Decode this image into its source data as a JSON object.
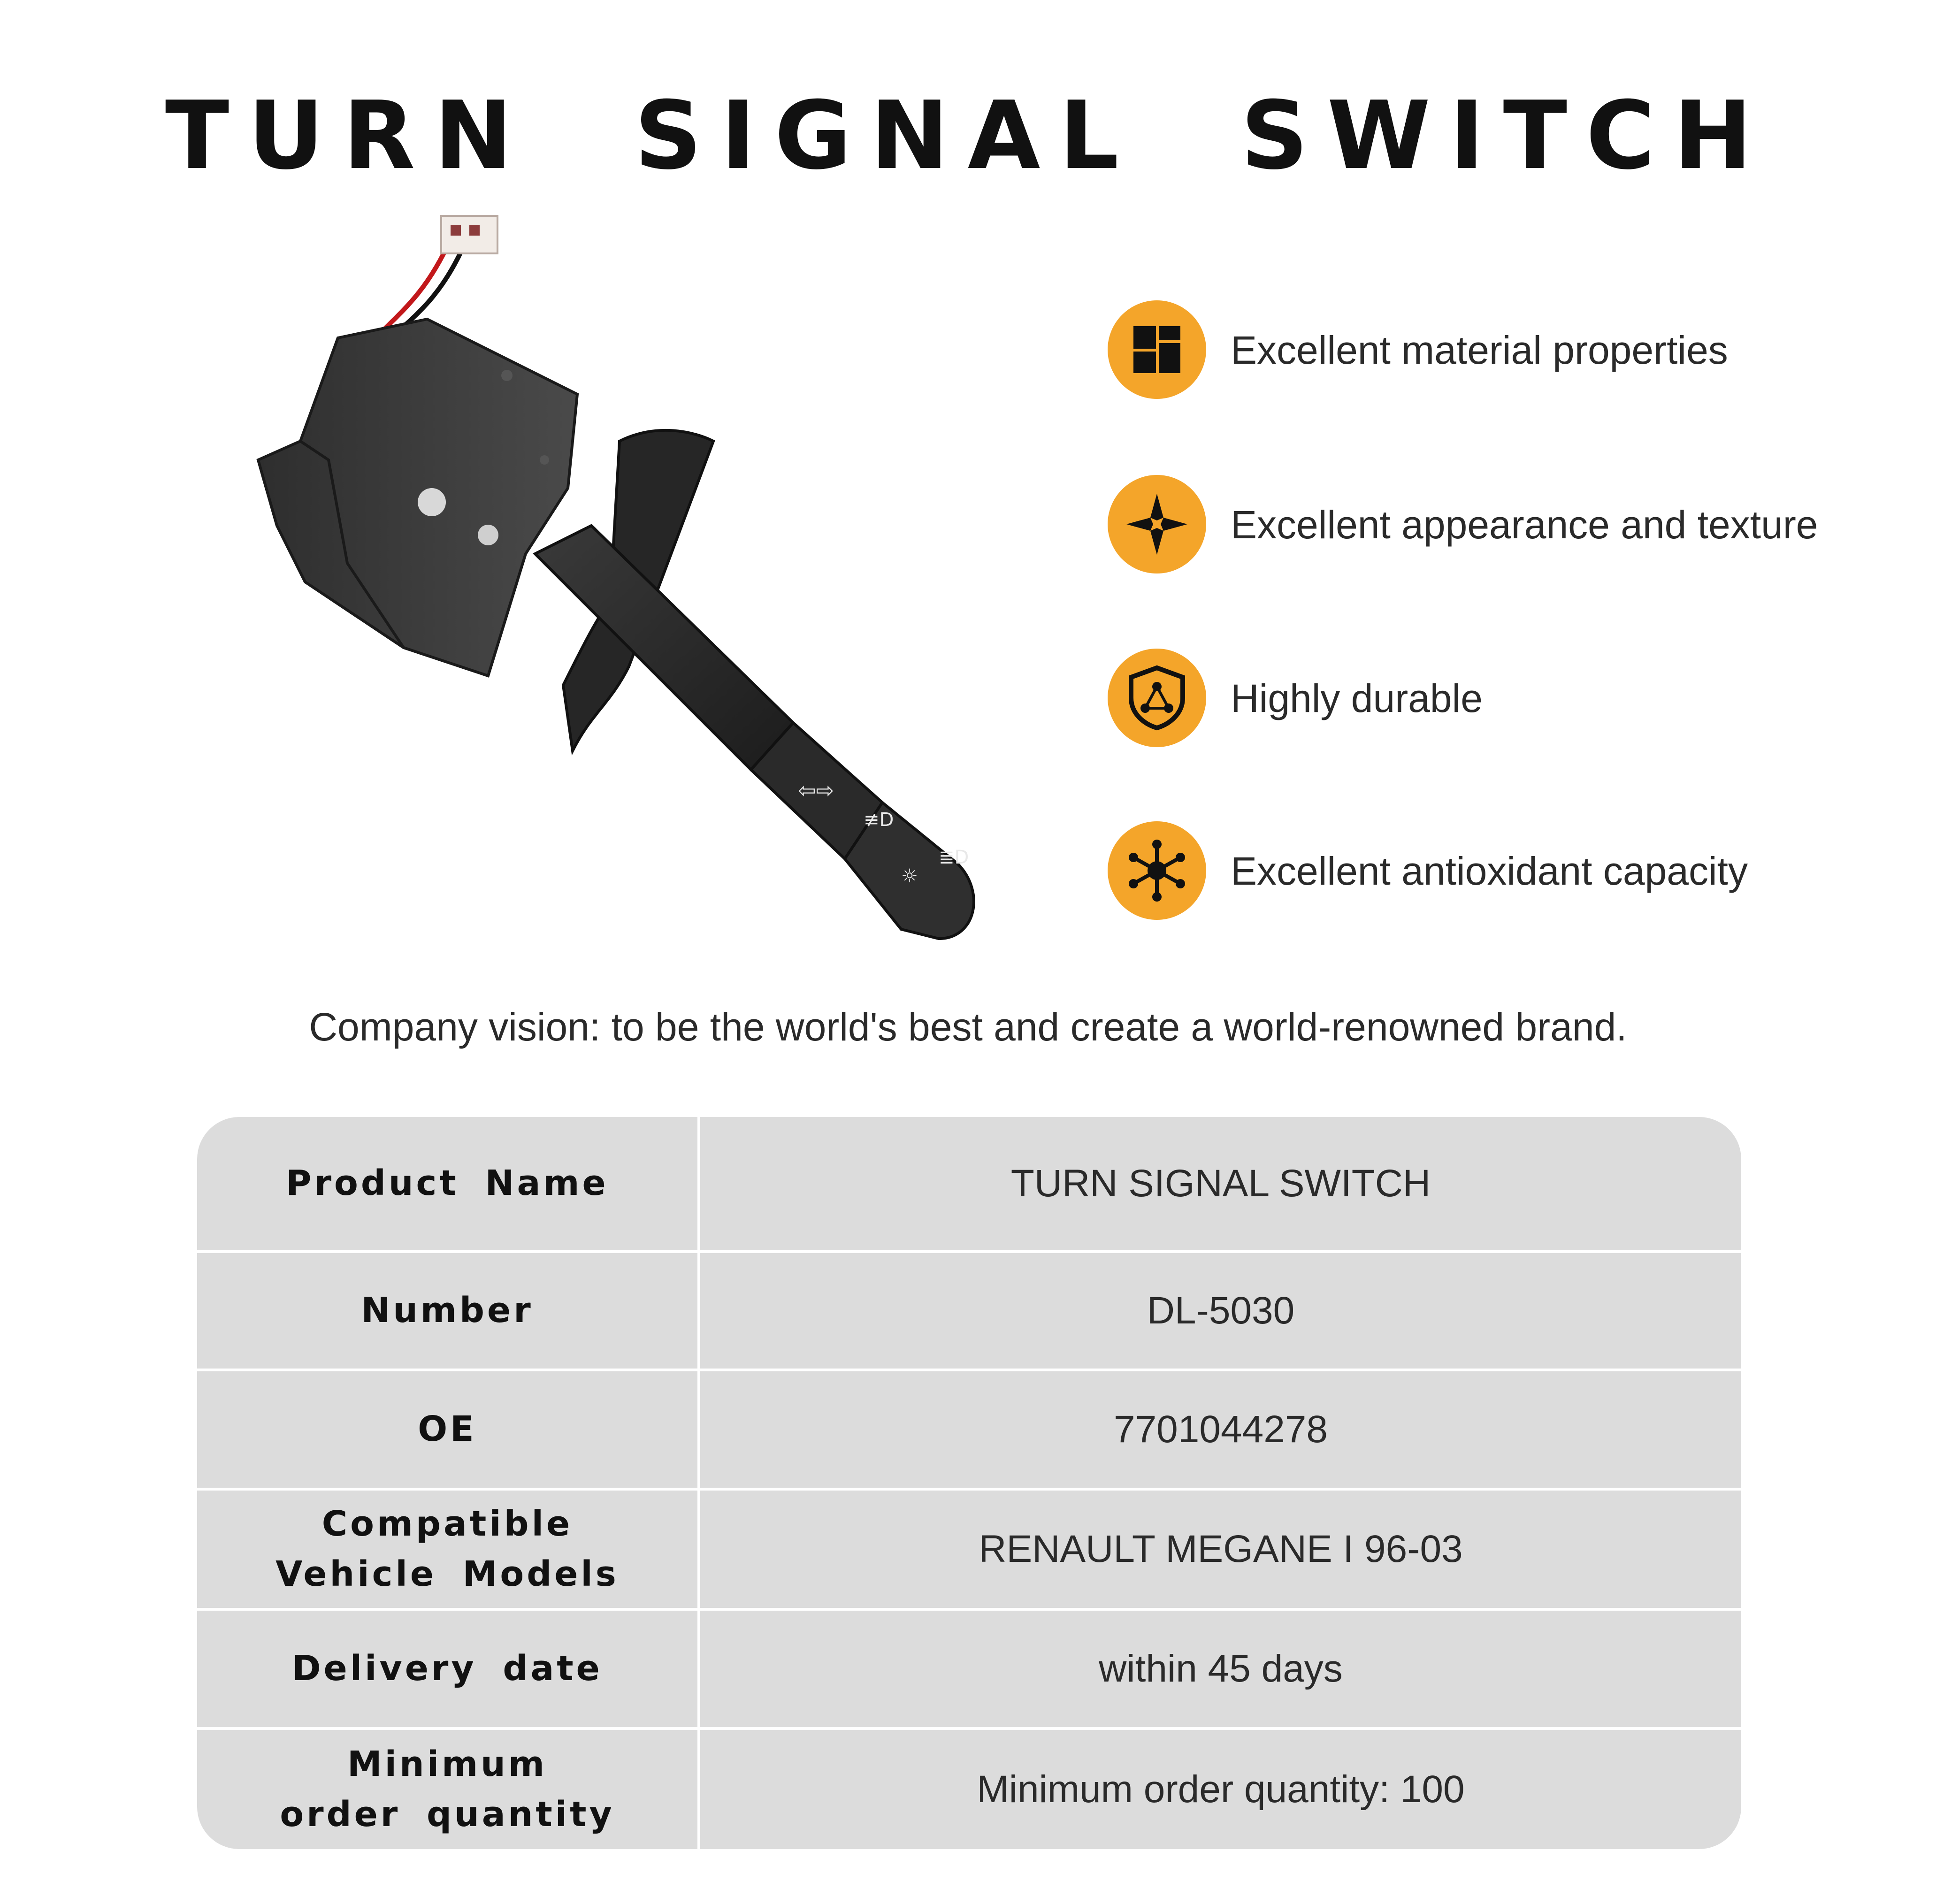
{
  "title": "TURN SIGNAL SWITCH",
  "product_image": "turn-signal-switch-stalk",
  "features": [
    {
      "icon": "material-blocks-icon",
      "label": "Excellent material properties"
    },
    {
      "icon": "diamond-arrows-icon",
      "label": "Excellent appearance and texture"
    },
    {
      "icon": "shield-network-icon",
      "label": "Highly durable"
    },
    {
      "icon": "molecule-icon",
      "label": "Excellent antioxidant capacity"
    }
  ],
  "vision": "Company vision: to be the world's best and create a world-renowned brand.",
  "spec": {
    "rows": [
      {
        "key": "Product  Name",
        "value": "TURN SIGNAL SWITCH"
      },
      {
        "key": "Number",
        "value": "DL-5030"
      },
      {
        "key": "OE",
        "value": "7701044278"
      },
      {
        "key_lines": [
          "Compatible",
          "Vehicle  Models"
        ],
        "value": "RENAULT MEGANE I 96-03"
      },
      {
        "key": "Delivery  date",
        "value": "within 45 days"
      },
      {
        "key_lines": [
          "Minimum",
          "order  quantity"
        ],
        "value": "Minimum order quantity: 100"
      }
    ]
  },
  "colors": {
    "accent": "#f4a52a",
    "table_bg": "#dcdcdc",
    "text": "#111111"
  }
}
